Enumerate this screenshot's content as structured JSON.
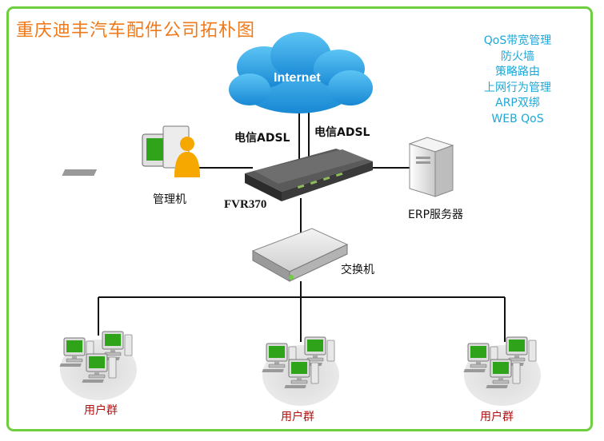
{
  "title": "重庆迪丰汽车配件公司拓朴图",
  "features": [
    "QoS带宽管理",
    "防火墙",
    "策略路由",
    "上网行为管理",
    "ARP双绑",
    "WEB QoS"
  ],
  "internet_label": "Internet",
  "link_label_1": "电信ADSL",
  "link_label_2": "电信ADSL",
  "router_label": "FVR370",
  "admin_pc_label": "管理机",
  "erp_server_label": "ERP服务器",
  "switch_label": "交换机",
  "user_groups": [
    "用户群",
    "用户群",
    "用户群"
  ],
  "colors": {
    "frame": "#6fce3e",
    "title": "#f07a1a",
    "features": "#1ea7d8",
    "user_group_label": "#b01010",
    "cloud": "#2aa4e4"
  }
}
